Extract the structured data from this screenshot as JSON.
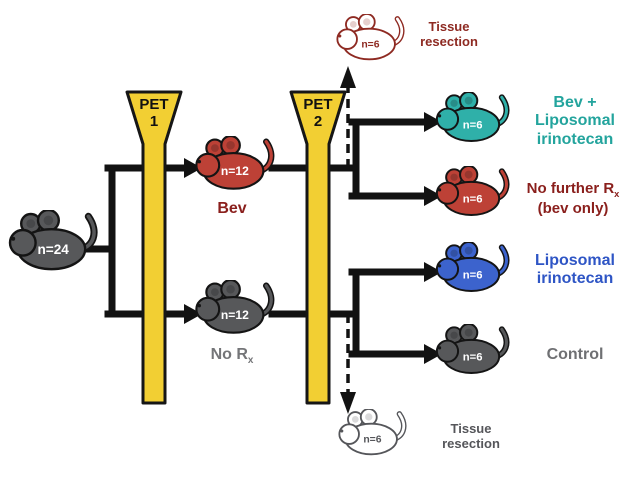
{
  "diagram": {
    "background": "#ffffff",
    "line_color": "#121212"
  },
  "pet_stages": {
    "pet1": {
      "name": "PET",
      "number": "1",
      "fill": "#f2cf33",
      "outline": "#161616"
    },
    "pet2": {
      "name": "PET",
      "number": "2",
      "fill": "#f2cf33",
      "outline": "#161616"
    }
  },
  "groups": {
    "cohort": {
      "n": "n=24",
      "color": "#57585a",
      "outline": "#141414",
      "text_color": "#ffffff"
    },
    "bev": {
      "n": "n=12",
      "color": "#bd4136",
      "outline": "#141414",
      "text_color": "#ffffff",
      "label": "Bev",
      "label_color": "#8a1f1c"
    },
    "no_rx": {
      "n": "n=12",
      "color": "#57585a",
      "outline": "#141414",
      "text_color": "#ffffff",
      "label": "No R",
      "label_sub": "x",
      "label_color": "#747578"
    },
    "bev_lipo": {
      "n": "n=6",
      "color": "#2fb0a9",
      "outline": "#141414",
      "text_color": "#ffffff",
      "label_lines": [
        "Bev +",
        "Liposomal",
        "irinotecan"
      ],
      "label_color": "#23a49d"
    },
    "no_further": {
      "n": "n=6",
      "color": "#bd4136",
      "outline": "#141414",
      "text_color": "#ffffff",
      "label_line1": "No further R",
      "label_line1_sub": "x",
      "label_line2": "(bev only)",
      "label_color": "#8a1f1c"
    },
    "lipo": {
      "n": "n=6",
      "color": "#3c63cd",
      "outline": "#141414",
      "text_color": "#ffffff",
      "label_lines": [
        "Liposomal",
        "irinotecan"
      ],
      "label_color": "#2e55c5"
    },
    "control": {
      "n": "n=6",
      "color": "#57585a",
      "outline": "#141414",
      "text_color": "#ffffff",
      "label": "Control",
      "label_color": "#6f7073"
    },
    "tissue_top": {
      "n": "n=6",
      "color": "#ffffff",
      "outline": "#8e2a22",
      "text_color": "#8e2a22",
      "label_lines": [
        "Tissue",
        "resection"
      ],
      "label_color": "#8e2a22"
    },
    "tissue_bottom": {
      "n": "n=6",
      "color": "#ffffff",
      "outline": "#55565a",
      "text_color": "#55565a",
      "label_lines": [
        "Tissue",
        "resection"
      ],
      "label_color": "#55565a"
    }
  }
}
